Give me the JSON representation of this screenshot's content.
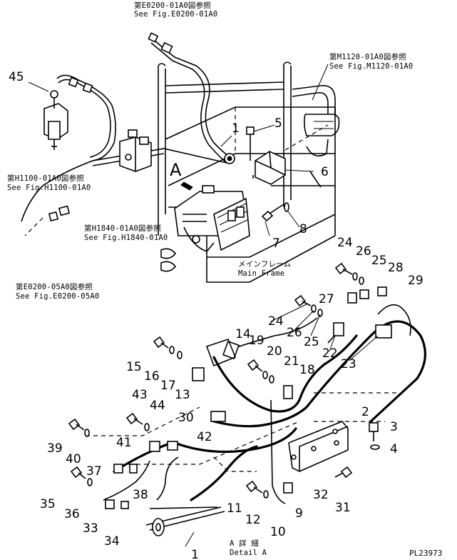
{
  "references": {
    "top": {
      "jp": "第E0200-01A0図参照",
      "en": "See Fig.E0200-01A0"
    },
    "right": {
      "jp": "第M1120-01A0図参照",
      "en": "See Fig.M1120-01A0"
    },
    "left_mid": {
      "jp": "第H1100-01A0図参照",
      "en": "See Fig.H1100-01A0"
    },
    "center": {
      "jp": "第H1840-01A0図参照",
      "en": "See Fig.H1840-01A0"
    },
    "bottom_left": {
      "jp": "第E0200-05A0図参照",
      "en": "See Fig.E0200-05A0"
    }
  },
  "frame_label": {
    "jp": "メインフレーム",
    "en": "Main Frame"
  },
  "detail_marker": "A",
  "detail_caption": {
    "jp": "A 詳 細",
    "en": "Detail A"
  },
  "part_numbers": {
    "n1_top": "1",
    "n1_bottom": "1",
    "n2": "2",
    "n3": "3",
    "n4": "4",
    "n5": "5",
    "n6": "6",
    "n7": "7",
    "n8": "8",
    "n9": "9",
    "n10": "10",
    "n11": "11",
    "n12": "12",
    "n13": "13",
    "n14": "14",
    "n15": "15",
    "n16": "16",
    "n17": "17",
    "n18": "18",
    "n19": "19",
    "n20": "20",
    "n21": "21",
    "n22": "22",
    "n23": "23",
    "n24a": "24",
    "n24b": "24",
    "n25a": "25",
    "n25b": "25",
    "n26a": "26",
    "n26b": "26",
    "n27": "27",
    "n28": "28",
    "n29": "29",
    "n30": "30",
    "n31": "31",
    "n32": "32",
    "n33": "33",
    "n34": "34",
    "n35": "35",
    "n36": "36",
    "n37": "37",
    "n38": "38",
    "n39": "39",
    "n40": "40",
    "n41": "41",
    "n42": "42",
    "n43": "43",
    "n44": "44",
    "n45": "45"
  },
  "drawing_id": "PL23973"
}
